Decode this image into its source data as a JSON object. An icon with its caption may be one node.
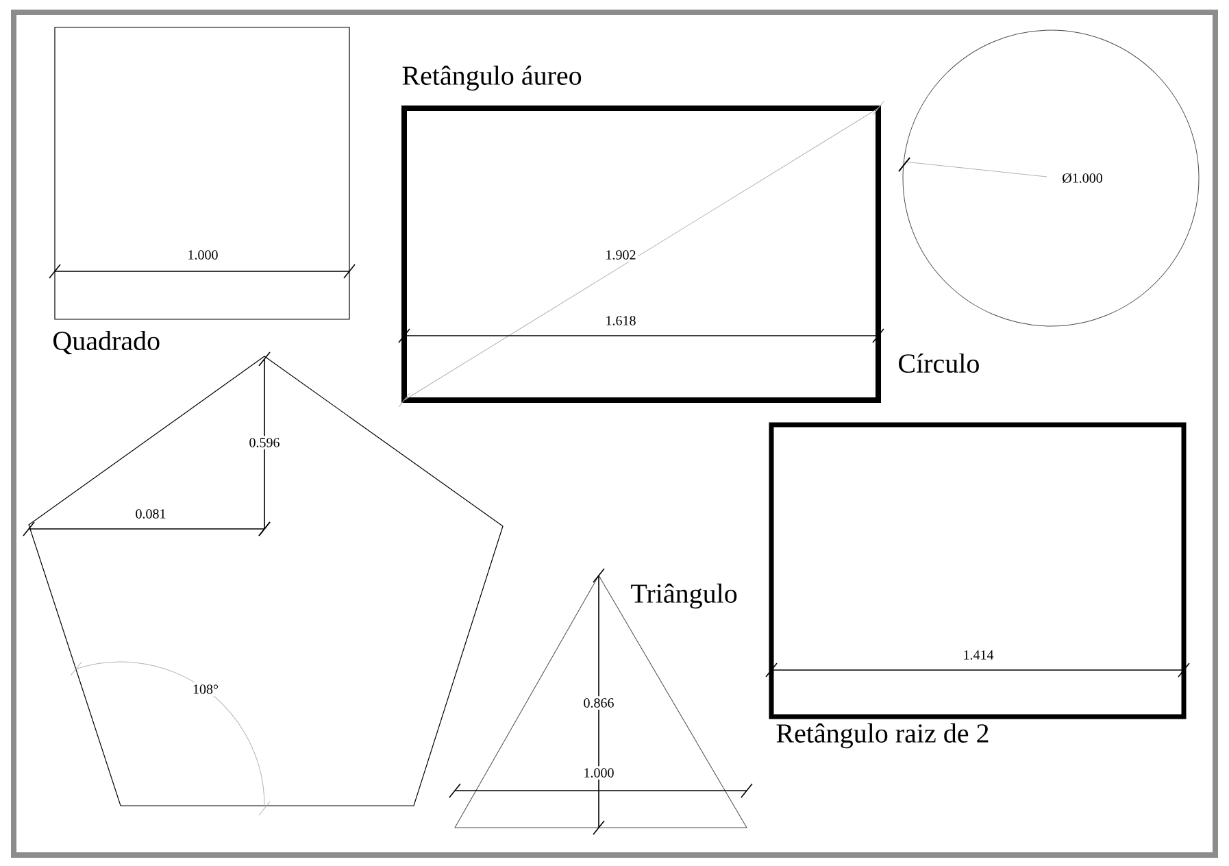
{
  "diagram": {
    "nodes": [
      {
        "text": [
          "1.000",
          "Quadrado"
        ]
      },
      {
        "text": [
          "Retângulo áureo",
          "1.902",
          "1.618"
        ]
      },
      {
        "text": [
          "Ø1.000",
          "Círculo"
        ]
      },
      {
        "text": [
          "0.596",
          "0.081",
          "108°"
        ]
      },
      {
        "text": [
          "Triângulo",
          "0.866",
          "1.000"
        ]
      },
      {
        "text": [
          "1.414",
          "Retângulo raiz de 2"
        ]
      }
    ]
  }
}
